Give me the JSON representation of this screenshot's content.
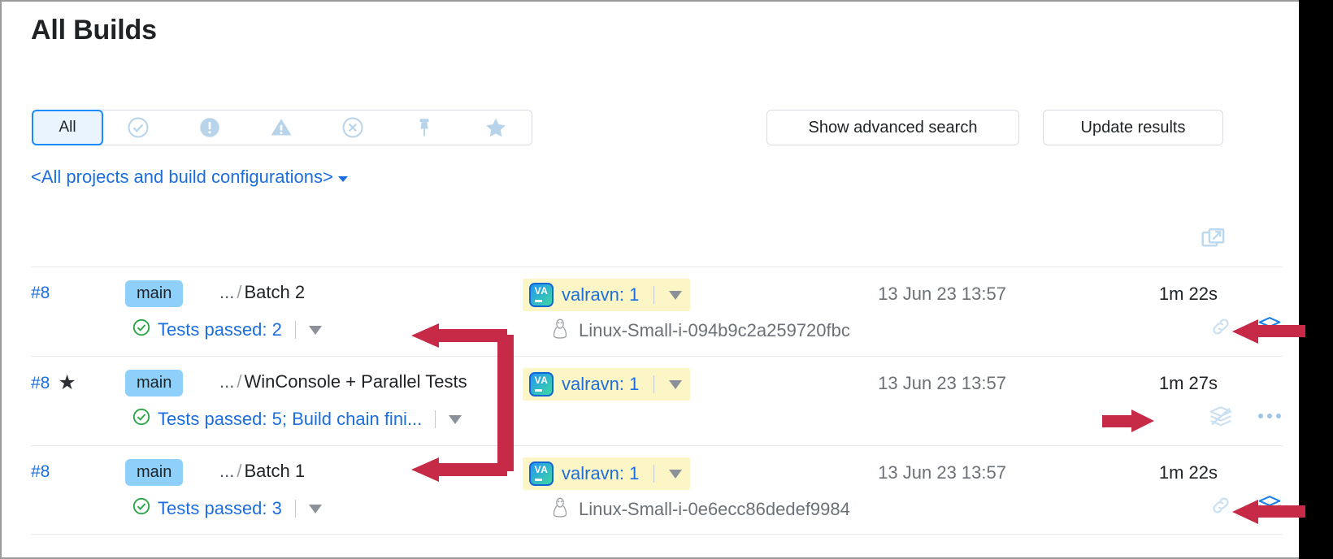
{
  "page": {
    "title": "All Builds"
  },
  "filters": {
    "all_label": "All",
    "icons": [
      {
        "name": "success-filter-icon",
        "glyph": "check-circle-outline"
      },
      {
        "name": "failure-filter-icon",
        "glyph": "exclamation-circle"
      },
      {
        "name": "warning-filter-icon",
        "glyph": "warning-triangle"
      },
      {
        "name": "cancelled-filter-icon",
        "glyph": "x-circle-outline"
      },
      {
        "name": "pinned-filter-icon",
        "glyph": "pin"
      },
      {
        "name": "tagged-filter-icon",
        "glyph": "star"
      }
    ]
  },
  "toolbar": {
    "advanced_search_label": "Show advanced search",
    "update_results_label": "Update results",
    "export_icon": "open-in-new-window-icon"
  },
  "project_selector": {
    "label": "<All projects and build configurations>",
    "caret": "chevron-down-icon"
  },
  "accent": {
    "link_blue": "#1c6ee0",
    "branch_tag_blue": "#8fd0fb",
    "agent_highlight_yellow": "#fcf6c7",
    "annotation_red": "#c62a47",
    "success_green": "#29a745",
    "stack_blue": "#1a7fe8"
  },
  "builds": [
    {
      "number": "#8",
      "starred": false,
      "branch": "main",
      "path_prefix": "...",
      "config_name": "Batch 2",
      "status": "Tests passed: 2",
      "status_icon": "success-check-icon",
      "agent": "valravn: 1",
      "agent_badge": "VA",
      "host": "Linux-Small-i-094b9c2a259720fbc",
      "host_icon": "linux-penguin-icon",
      "started": "13 Jun 23 13:57",
      "duration": "1m 22s",
      "actions": [
        "chain-link-icon",
        "build-chain-stack-icon"
      ]
    },
    {
      "number": "#8",
      "starred": true,
      "branch": "main",
      "path_prefix": "...",
      "config_name": "WinConsole + Parallel Tests",
      "status": "Tests passed: 5; Build chain fini...",
      "status_icon": "success-check-icon",
      "agent": "valravn: 1",
      "agent_badge": "VA",
      "host": "",
      "host_icon": "",
      "started": "13 Jun 23 13:57",
      "duration": "1m 27s",
      "actions": [
        "build-chain-stack-disabled-icon",
        "more-actions-ellipsis-icon"
      ]
    },
    {
      "number": "#8",
      "starred": false,
      "branch": "main",
      "path_prefix": "...",
      "config_name": "Batch 1",
      "status": "Tests passed: 3",
      "status_icon": "success-check-icon",
      "agent": "valravn: 1",
      "agent_badge": "VA",
      "host": "Linux-Small-i-0e6ecc86dedef9984",
      "host_icon": "linux-penguin-icon",
      "started": "13 Jun 23 13:57",
      "duration": "1m 22s",
      "actions": [
        "chain-link-icon",
        "build-chain-stack-icon"
      ]
    }
  ],
  "annotations": {
    "bracket_name": "red-bracket-arrow-annotation",
    "right_arrow_row1": "red-arrow-pointing-to-stack-icon-row1",
    "right_arrow_row2": "red-arrow-pointing-to-stack-icon-row2",
    "right_arrow_row3": "red-arrow-pointing-to-stack-icon-row3"
  }
}
